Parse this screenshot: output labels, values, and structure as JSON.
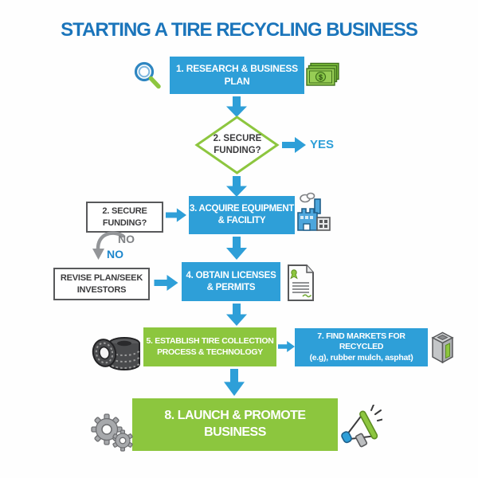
{
  "title": "STARTING A TIRE RECYCLING BUSINESS",
  "colors": {
    "title_blue": "#1B75BB",
    "process_blue": "#2E9FD8",
    "process_green": "#8CC63E",
    "diamond_border_green": "#8DC63F",
    "outline_box_border": "#58595B",
    "dark_text": "#3B3B3D",
    "yes_blue": "#2E9FD8",
    "no_gray": "#808285",
    "no_blue": "#1C86CC",
    "arrow_blue": "#2E9FD8"
  },
  "nodes": {
    "step1": {
      "label": "1. RESEARCH & BUSINESS\nPLAN",
      "icon_left": "search-icon",
      "icon_right": "money-icon"
    },
    "decision": {
      "label": "2. SECURE\nFUNDING?",
      "yes": "YES"
    },
    "step3": {
      "label": "3. ACQUIRE EQUIPMENT\n& FACILITY",
      "icon_right": "factory-icon"
    },
    "funding_check": {
      "label": "2. SECURE\nFUNDING?",
      "no_gray": "NO",
      "no_blue": "NO"
    },
    "revise": {
      "label": "REVISE PLAN/SEEK\nINVESTORS"
    },
    "step4": {
      "label": "4. OBTAIN LICENSES\n& PERMITS",
      "icon_right": "document-icon"
    },
    "step5": {
      "label": "5. ESTABLISH TIRE COLLECTION\nPROCESS & TECHNOLOGY",
      "icon_left": "tires-icon"
    },
    "step7": {
      "line1": "7. FIND MARKETS FOR RECYCLED",
      "line2": "(e.g), rubber mulch, asphat)",
      "icon_right": "shredder-icon"
    },
    "step8": {
      "label": "8. LAUNCH & PROMOTE BUSINESS",
      "icon_left": "gears-icon",
      "icon_right": "megaphone-icon"
    }
  }
}
